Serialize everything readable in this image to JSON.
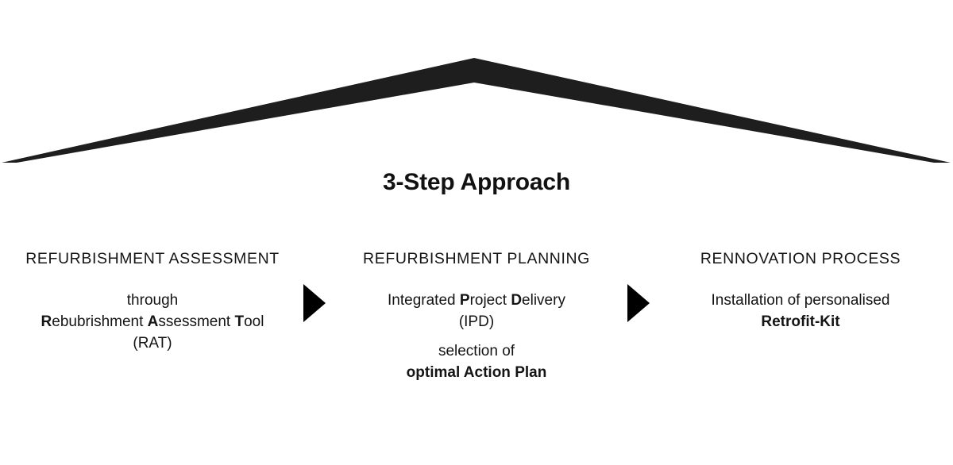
{
  "title": "3-Step Approach",
  "theme": {
    "background": "#ffffff",
    "ink": "#141414",
    "chevron_color": "#1f1e1e",
    "arrow_color": "#000000"
  },
  "chevron": {
    "label": "chevron-roof-shape"
  },
  "steps": [
    {
      "id": "refurbishment-assessment",
      "heading": "REFURBISHMENT ASSESSMENT",
      "lines": [
        {
          "text": "through",
          "bold": false
        },
        {
          "text": "Rebubrishment Assessment Tool",
          "bold": false,
          "rich": true
        },
        {
          "text": "(RAT)",
          "bold": false
        }
      ]
    },
    {
      "id": "refurbishment-planning",
      "heading": "REFURBISHMENT PLANNING",
      "lines": [
        {
          "text": "Integrated Project Delivery",
          "bold": false,
          "rich": true
        },
        {
          "text": "(IPD)",
          "bold": false
        },
        {
          "text": "selection of",
          "bold": false
        },
        {
          "text": "optimal Action Plan",
          "bold": true
        }
      ]
    },
    {
      "id": "rennovation-process",
      "heading": "RENNOVATION PROCESS",
      "lines": [
        {
          "text": "Installation of personalised",
          "bold": false
        },
        {
          "text": "Retrofit-Kit",
          "bold": true
        }
      ]
    }
  ],
  "arrows": [
    {
      "id": "arrow-1",
      "icon": "triangle-right-icon"
    },
    {
      "id": "arrow-2",
      "icon": "triangle-right-icon"
    }
  ],
  "step_one_rich": {
    "prefix_bold_1": "R",
    "segment_1": "ebubrishment ",
    "prefix_bold_2": "A",
    "segment_2": "ssessment ",
    "prefix_bold_3": "T",
    "segment_3": "ool"
  },
  "step_two_rich": {
    "segment_0": "Integrated ",
    "prefix_bold_1": "P",
    "segment_1": "roject ",
    "prefix_bold_2": "D",
    "segment_2": "elivery"
  }
}
